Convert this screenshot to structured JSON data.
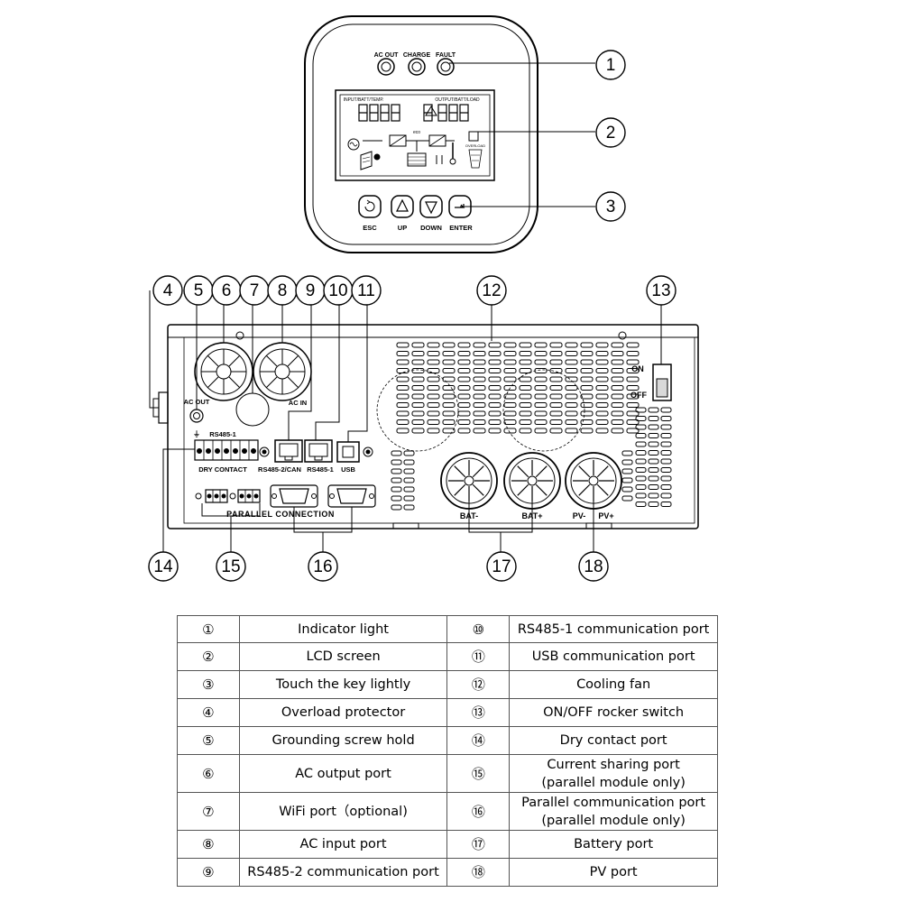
{
  "panel": {
    "indicators": [
      "AC OUT",
      "CHARGE",
      "FAULT"
    ],
    "buttons": [
      "ESC",
      "UP",
      "DOWN",
      "ENTER"
    ],
    "lcd_left_header": "INPUT/BATT/TEMP.",
    "lcd_right_header": "OUTPUT/BATT/LOAD",
    "lcd_eco": "eco",
    "lcd_overload": "OVERLOAD"
  },
  "device": {
    "ac_out": "AC OUT",
    "ac_in": "AC IN",
    "rs485_1_terminal": "RS485-1",
    "dry_contact": "DRY CONTACT",
    "rs485_2_can": "RS485-2/CAN",
    "rs485_1": "RS485-1",
    "usb": "USB",
    "on": "ON",
    "off": "OFF",
    "parallel_connection": "PARALLEL CONNECTION",
    "bat_minus": "BAT-",
    "bat_plus": "BAT+",
    "pv_minus": "PV-",
    "pv_plus": "PV+"
  },
  "callouts": [
    "①",
    "②",
    "③",
    "④",
    "⑤",
    "⑥",
    "⑦",
    "⑧",
    "⑨",
    "⑩",
    "⑪",
    "⑫",
    "⑬",
    "⑭",
    "⑮",
    "⑯",
    "⑰",
    "⑱"
  ],
  "legend": {
    "rows": [
      {
        "left_num": "①",
        "left_desc": "Indicator light",
        "right_num": "⑩",
        "right_desc": "RS485-1 communication port"
      },
      {
        "left_num": "②",
        "left_desc": "LCD screen",
        "right_num": "⑪",
        "right_desc": "USB communication port"
      },
      {
        "left_num": "③",
        "left_desc": "Touch the key lightly",
        "right_num": "⑫",
        "right_desc": "Cooling fan"
      },
      {
        "left_num": "④",
        "left_desc": "Overload protector",
        "right_num": "⑬",
        "right_desc": "ON/OFF rocker switch"
      },
      {
        "left_num": "⑤",
        "left_desc": "Grounding screw hold",
        "right_num": "⑭",
        "right_desc": "Dry contact port"
      },
      {
        "left_num": "⑥",
        "left_desc": "AC output port",
        "right_num": "⑮",
        "right_desc": "Current sharing port\n(parallel module only)"
      },
      {
        "left_num": "⑦",
        "left_desc": "WiFi port（optional)",
        "right_num": "⑯",
        "right_desc": "Parallel communication port\n(parallel module only)"
      },
      {
        "left_num": "⑧",
        "left_desc": "AC input port",
        "right_num": "⑰",
        "right_desc": "Battery port"
      },
      {
        "left_num": "⑨",
        "left_desc": "RS485-2 communication port",
        "right_num": "⑱",
        "right_desc": "PV port"
      }
    ]
  }
}
